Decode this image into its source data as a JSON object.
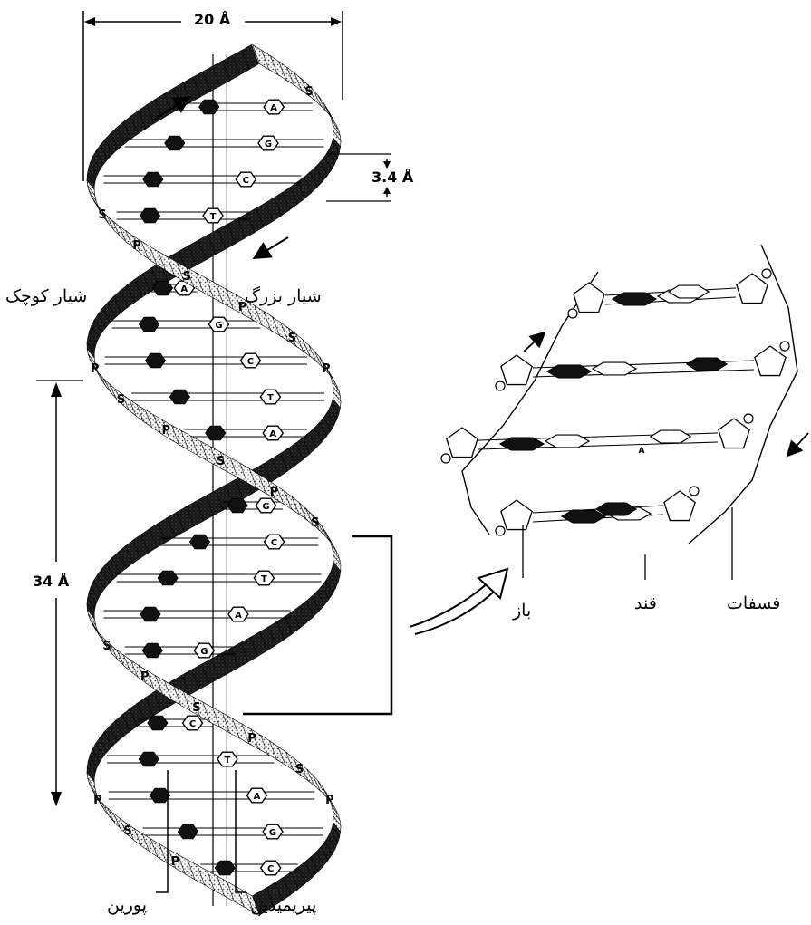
{
  "labels": {
    "width_20": "20 Å",
    "rise_3_4": "3.4 Å",
    "pitch_34": "34 Å",
    "minor_groove": "شیار کوچک",
    "major_groove": "شیار بزرگ",
    "purine": "پورین",
    "pyrimidine": "پیریمیدین",
    "phosphate": "فسفات",
    "sugar": "قند",
    "base": "باز"
  },
  "ribbon_letters": {
    "sugar": "S",
    "phosphate": "P"
  },
  "base_letters": {
    "A": "A",
    "G": "G",
    "C": "C",
    "T": "T"
  }
}
